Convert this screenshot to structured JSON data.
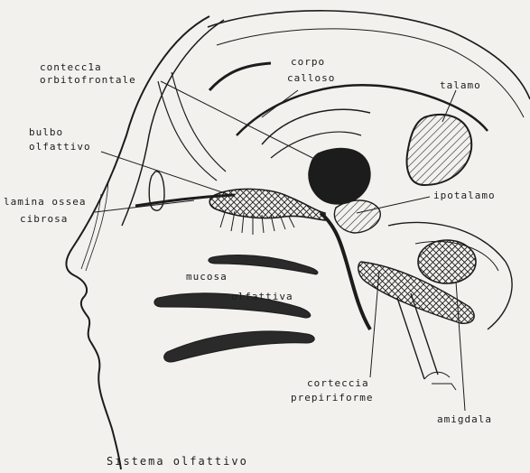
{
  "diagram": {
    "caption": "Sistema   olfattivo",
    "labels": {
      "corteccia_orbitofrontale_1": "contecc1a",
      "corteccia_orbitofrontale_2": "orbitofrontale",
      "corpo_calloso_1": "corpo",
      "corpo_calloso_2": "calloso",
      "talamo": "talamo",
      "bulbo_olfattivo_1": "bulbo",
      "bulbo_olfattivo_2": "olfattivo",
      "lamina_ossea_1": "lamina ossea",
      "lamina_ossea_2": "cibrosa",
      "ipotalamo": "ipotalamo",
      "mucosa_1": "mucosa",
      "mucosa_2": "olfattiva",
      "corteccia_prepiriforme_1": "corteccia",
      "corteccia_prepiriforme_2": "prepiriforme",
      "amigdala": "amigdala"
    }
  },
  "colors": {
    "ink": "#1c1c1c",
    "paper": "#f2f1ee"
  }
}
